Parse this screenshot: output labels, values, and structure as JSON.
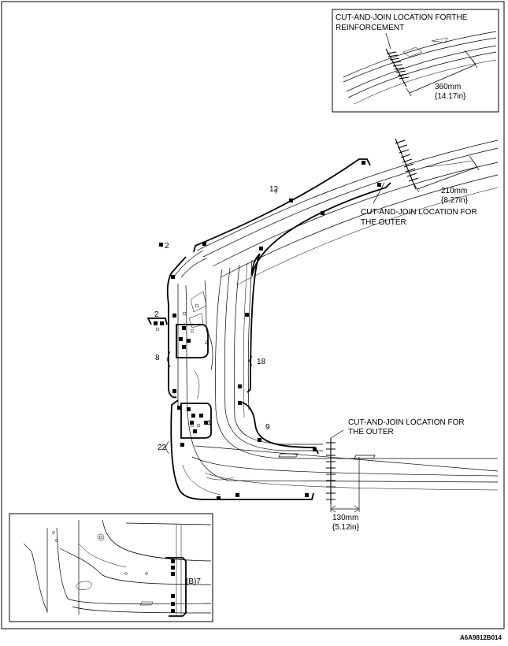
{
  "top_inset": {
    "label_line1": "CUT-AND-JOIN LOCATION FORTHE",
    "label_line2": "REINFORCEMENT",
    "dimension_mm": "360mm",
    "dimension_in": "{14.17in}"
  },
  "upper_cut": {
    "label_line1": "CUT-AND-JOIN LOCATION FOR",
    "label_line2": "THE OUTER",
    "dimension_mm": "210mm",
    "dimension_in": "{8.27in}"
  },
  "lower_cut": {
    "label_line1": "CUT-AND-JOIN LOCATION FOR",
    "label_line2": "THE OUTER",
    "dimension_mm": "130mm",
    "dimension_in": "{5.12in}"
  },
  "weld_counts": {
    "roof_rail": "12",
    "pillar_top": "2",
    "pillar_side_a": "2",
    "pillar_side_b": "8",
    "upper_box": "4",
    "lower_box": "4",
    "center_pillar": "18",
    "rocker_corner": "9",
    "rocker": "22"
  },
  "bottom_inset": {
    "label": "(B)7"
  },
  "figure_code": "A6A9812B014"
}
